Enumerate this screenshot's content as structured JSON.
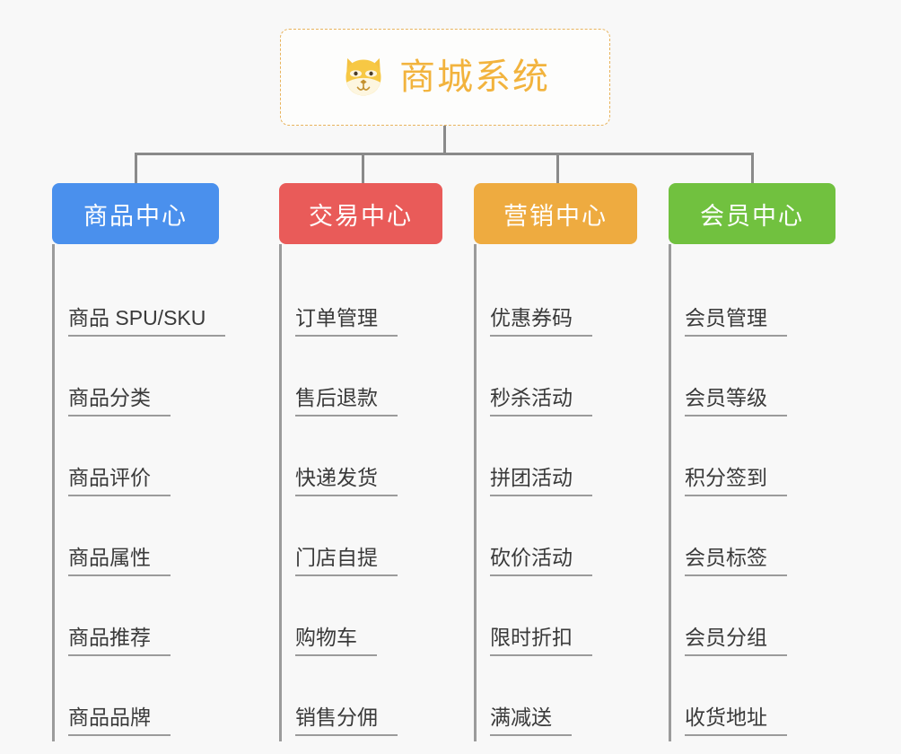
{
  "diagram": {
    "title": "商城系统",
    "root": {
      "label": "商城系统",
      "icon": "shiba-dog-icon",
      "text_color": "#f2b33d",
      "border_color": "#e8b35c",
      "background": "#fdfdfc"
    },
    "background_color": "#f8f8f8",
    "connector_color": "#8a8a8a",
    "leaf_line_color": "#9b9b9b",
    "leaf_text_color": "#3a3a3a",
    "categories": [
      {
        "label": "商品中心",
        "color": "#4a90ed",
        "items": [
          "商品 SPU/SKU",
          "商品分类",
          "商品评价",
          "商品属性",
          "商品推荐",
          "商品品牌"
        ]
      },
      {
        "label": "交易中心",
        "color": "#e95b59",
        "items": [
          "订单管理",
          "售后退款",
          "快递发货",
          "门店自提",
          "购物车",
          "销售分佣"
        ]
      },
      {
        "label": "营销中心",
        "color": "#eeab40",
        "items": [
          "优惠券码",
          "秒杀活动",
          "拼团活动",
          "砍价活动",
          "限时折扣",
          "满减送"
        ]
      },
      {
        "label": "会员中心",
        "color": "#71c13f",
        "items": [
          "会员管理",
          "会员等级",
          "积分签到",
          "会员标签",
          "会员分组",
          "收货地址"
        ]
      }
    ]
  }
}
